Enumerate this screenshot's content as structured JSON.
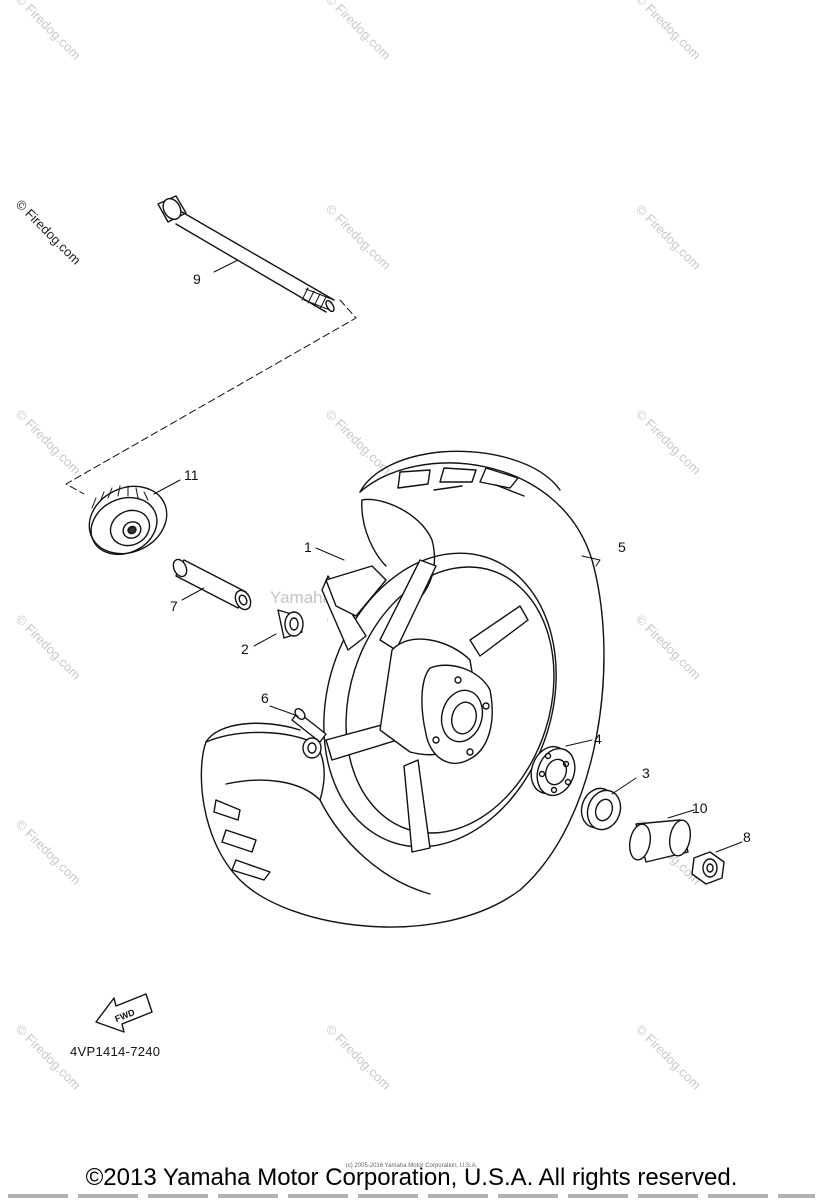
{
  "watermark": {
    "text": "© Firedog.com",
    "center_text": "Yamaha Motor Corp. U.S.A."
  },
  "callouts": [
    {
      "number": "1"
    },
    {
      "number": "2"
    },
    {
      "number": "3"
    },
    {
      "number": "4"
    },
    {
      "number": "5"
    },
    {
      "number": "6"
    },
    {
      "number": "7"
    },
    {
      "number": "8"
    },
    {
      "number": "9"
    },
    {
      "number": "10"
    },
    {
      "number": "11"
    }
  ],
  "fwd_label": "FWD",
  "part_code": "4VP1414-7240",
  "fine_print": "(c) 2005-2016 Yamaha Motor Corporation, U.S.A.",
  "footer": "©2013 Yamaha Motor Corporation, U.S.A. All rights reserved."
}
